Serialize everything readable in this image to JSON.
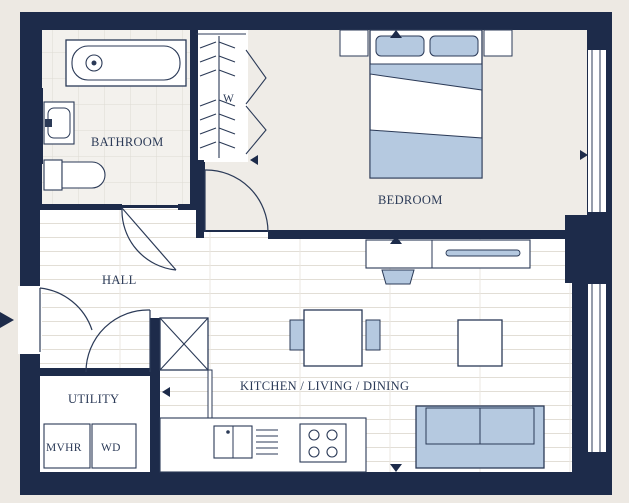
{
  "rooms": {
    "bathroom": "BATHROOM",
    "bedroom": "BEDROOM",
    "hall": "HALL",
    "kitchen": "KITCHEN / LIVING / DINING",
    "utility": "UTILITY",
    "wardrobe": "W"
  },
  "appliances": {
    "mvhr": "MVHR",
    "wd": "WD"
  },
  "colors": {
    "wall": "#1d2b4a",
    "floor_room": "#ffffff",
    "floor_tile": "#eeece8",
    "background": "#ede9e3",
    "furniture_fill": "#b5c9e0",
    "line": "#2b3a57"
  }
}
